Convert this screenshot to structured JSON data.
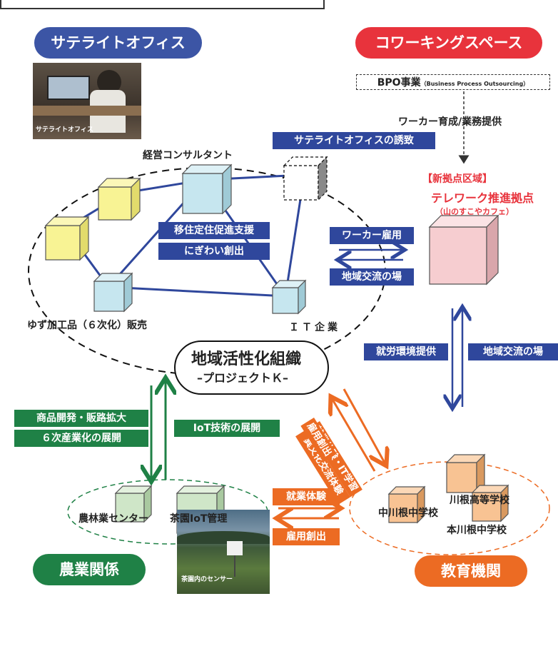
{
  "sections": {
    "satellite_office": "サテライトオフィス",
    "coworking_space": "コワーキングスペース",
    "agriculture": "農業関係",
    "education": "教育機関"
  },
  "photo_captions": {
    "office": "サテライトオフィス",
    "tea_sensor": "茶園内のセンサー"
  },
  "bpo": {
    "title": "BPO事業",
    "subtitle": "（Business Process Outsourcing）"
  },
  "flows": {
    "worker_training": "ワーカー育成/業務提供",
    "invite": "サテライトオフィスの誘致",
    "migration": "移住定住促進支援",
    "bustle": "にぎわい創出",
    "worker_employment": "ワーカー雇用",
    "exchange_place": "地域交流の場",
    "work_environment": "就労環境提供",
    "exchange_place2": "地域交流の場",
    "product_dev": "商品開発・販路拡大",
    "sixth_industry": "６次産業化の展開",
    "iot_deploy": "IoT技術の展開",
    "work_experience_line1": "就業体験・IT学習",
    "work_experience_line2": "異文化交流体験",
    "employment_creation": "雇用創出",
    "job_experience": "就業体験",
    "employment_creation2": "雇用創出"
  },
  "nodes": {
    "consultant": "経営コンサルタント",
    "yuzu": "ゆず加工品（６次化）販売",
    "it_company": "ＩＴ企業",
    "org_name": "地域活性化組織",
    "org_sub": "–プロジェクトＫ–",
    "new_base_tag": "【新拠点区域】",
    "telework": "テレワーク推進拠点",
    "cafe": "（山のすこやカフェ）",
    "agri_center": "農林業センター",
    "tea_iot": "茶園IoT管理",
    "kawane_high": "川根高等学校",
    "nakakawane": "中川根中学校",
    "honkawane": "本川根中学校"
  },
  "colors": {
    "blue": "#2f479c",
    "red": "#e8333c",
    "green": "#1f8146",
    "orange": "#ec6b23"
  }
}
